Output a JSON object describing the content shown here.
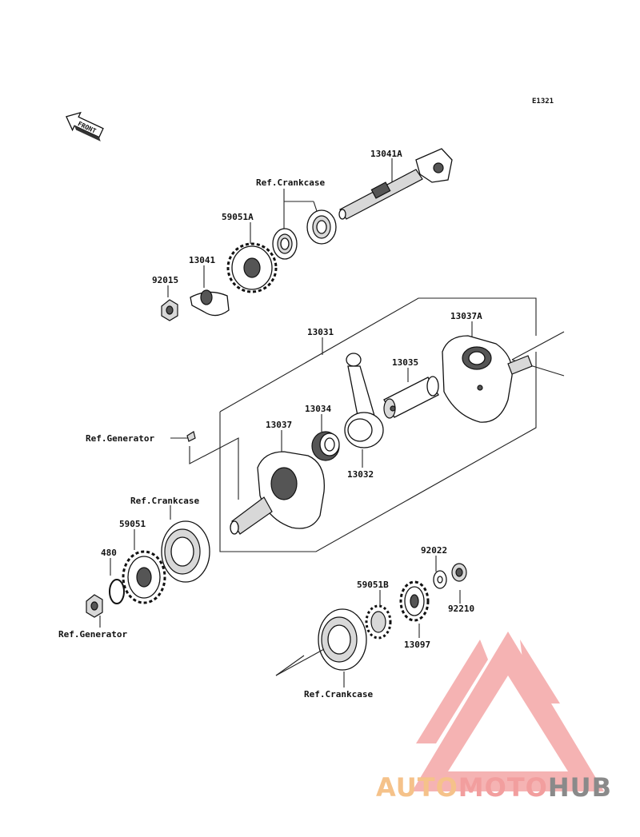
{
  "diagram_code": "E1321",
  "front_label": "FRONT",
  "labels": {
    "p13041A": "13041A",
    "ref_crankcase_top": "Ref.Crankcase",
    "p59051A": "59051A",
    "p13041": "13041",
    "p92015": "92015",
    "p13037A": "13037A",
    "p13031": "13031",
    "p13035": "13035",
    "p13034": "13034",
    "p13037": "13037",
    "p13032": "13032",
    "ref_generator_mid": "Ref.Generator",
    "ref_crankcase_left": "Ref.Crankcase",
    "p59051": "59051",
    "p480": "480",
    "ref_generator_bottom": "Ref.Generator",
    "p92022": "92022",
    "p59051B": "59051B",
    "p92210": "92210",
    "p13097": "13097",
    "ref_crankcase_bottom": "Ref.Crankcase"
  },
  "watermark": {
    "part1": "AUTO",
    "part2": "MOTO",
    "part3": "HUB",
    "color_light": "#f7c68f",
    "color_mid": "#f2a7a7",
    "color_dark": "#8c8c8c"
  }
}
